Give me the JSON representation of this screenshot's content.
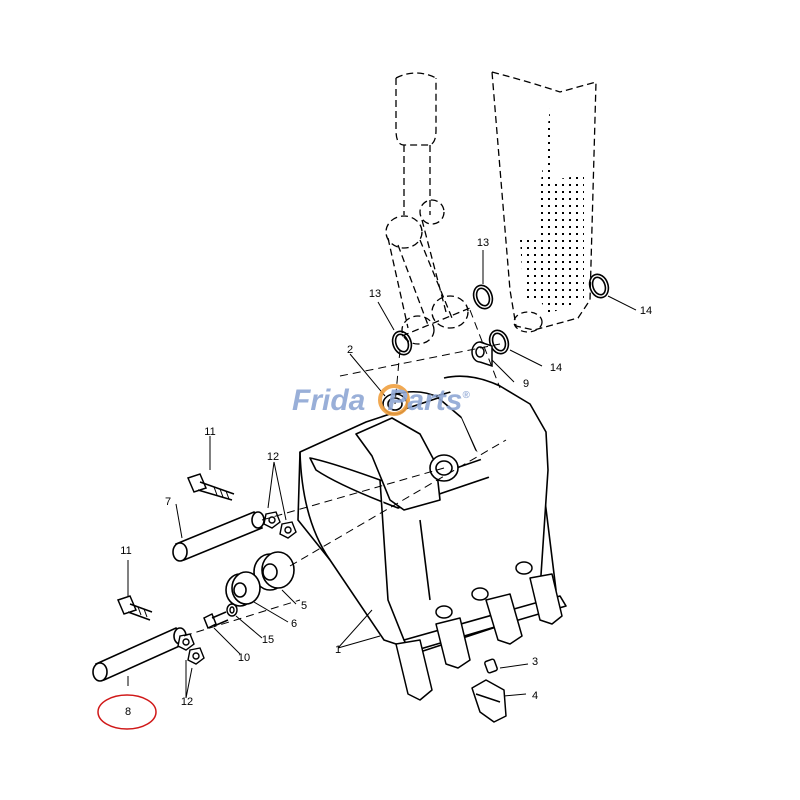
{
  "watermark": {
    "part1": "Frida",
    "part2": "Parts",
    "reg": "®",
    "color_main": "#8fa7d4",
    "color_accent": "#f0a040"
  },
  "callouts": [
    {
      "id": "c1",
      "label": "1"
    },
    {
      "id": "c2",
      "label": "2"
    },
    {
      "id": "c3",
      "label": "3"
    },
    {
      "id": "c4",
      "label": "4"
    },
    {
      "id": "c5",
      "label": "5"
    },
    {
      "id": "c6",
      "label": "6"
    },
    {
      "id": "c7",
      "label": "7"
    },
    {
      "id": "c8",
      "label": "8",
      "highlighted": true
    },
    {
      "id": "c9",
      "label": "9"
    },
    {
      "id": "c10",
      "label": "10"
    },
    {
      "id": "c11a",
      "label": "11"
    },
    {
      "id": "c11b",
      "label": "11"
    },
    {
      "id": "c12a",
      "label": "12"
    },
    {
      "id": "c12b",
      "label": "12"
    },
    {
      "id": "c13a",
      "label": "13"
    },
    {
      "id": "c13b",
      "label": "13"
    },
    {
      "id": "c14a",
      "label": "14"
    },
    {
      "id": "c14b",
      "label": "14"
    },
    {
      "id": "c15",
      "label": "15"
    }
  ],
  "highlight_color": "#d01818"
}
